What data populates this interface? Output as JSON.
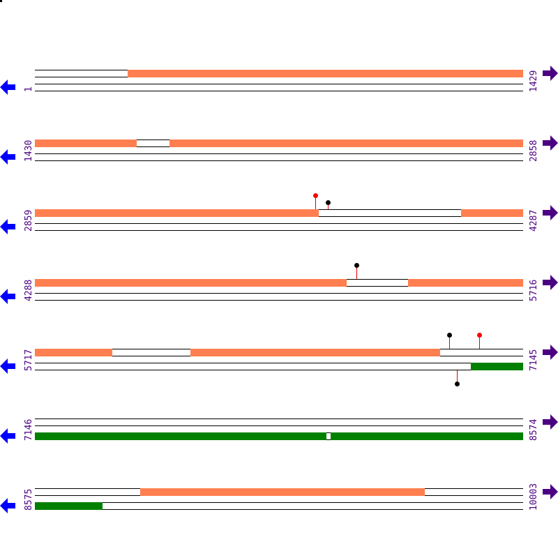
{
  "colors": {
    "repeat": "#ff7f50",
    "gene": "#008000",
    "label": "#4b0082",
    "arrow_left": "#0000ff",
    "arrow_right": "#4b0082",
    "stem": "#e00000",
    "marker_red": "#ff0000",
    "marker_black": "#000000"
  },
  "rows": [
    {
      "start": "1",
      "end": "1429"
    },
    {
      "start": "1430",
      "end": "2858"
    },
    {
      "start": "2859",
      "end": "4287"
    },
    {
      "start": "4288",
      "end": "5716"
    },
    {
      "start": "5717",
      "end": "7145"
    },
    {
      "start": "7146",
      "end": "8574"
    },
    {
      "start": "8575",
      "end": "10003"
    }
  ],
  "icons": {
    "left": "arrow-left-icon",
    "right": "arrow-right-icon"
  }
}
